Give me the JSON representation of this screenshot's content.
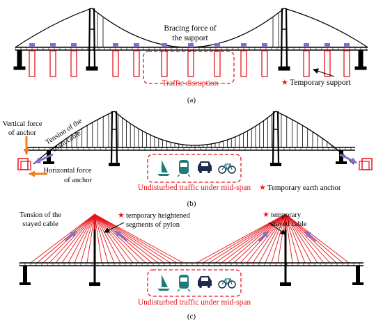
{
  "colors": {
    "black": "#000000",
    "red": "#e8141b",
    "orange": "#f07c1a",
    "purple": "#8a6fc0",
    "teal": "#1f7a7a",
    "navy": "#1d2b4f"
  },
  "panel_a": {
    "caption": "(a)",
    "bracing_label_line1": "Bracing force of",
    "bracing_label_line2": "the support",
    "traffic_label": "Traffic disruption",
    "legend_star": "★",
    "legend_label": "Temporary support"
  },
  "panel_b": {
    "caption": "(b)",
    "vertical_force_line1": "Vertical force",
    "vertical_force_line2": "of anchor",
    "tension_line1": "Tension of the",
    "tension_line2": "main cable",
    "horizontal_force_line1": "Horizontal force",
    "horizontal_force_line2": "of anchor",
    "traffic_label": "Undisturbed traffic under mid-span",
    "legend_star": "★",
    "legend_label": "Temporary earth anchor",
    "vehicle_icons": [
      "sailboat-icon",
      "train-icon",
      "car-icon",
      "bicycle-icon"
    ]
  },
  "panel_c": {
    "caption": "(c)",
    "tension_line1": "Tension of the",
    "tension_line2": "stayed cable",
    "pylon_star": "★",
    "pylon_line1": "temporary  heightened",
    "pylon_line2": "segments of pylon",
    "stay_star": "★",
    "stay_line1": "temporary",
    "stay_line2": "stayed cable",
    "traffic_label": "Undisturbed traffic under mid-span",
    "vehicle_icons": [
      "sailboat-icon",
      "train-icon",
      "car-icon",
      "bicycle-icon"
    ]
  }
}
